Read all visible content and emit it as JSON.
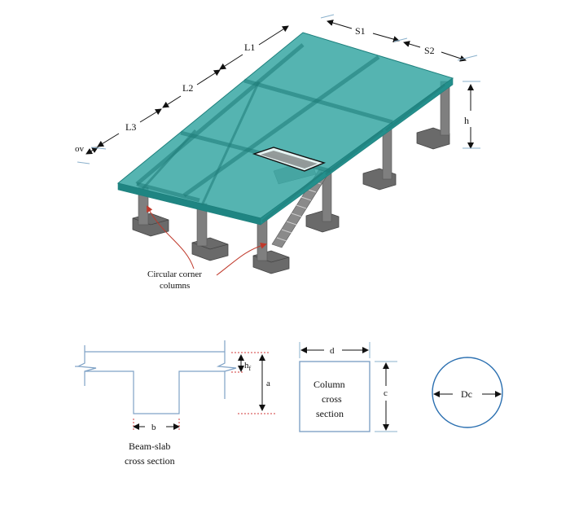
{
  "dimensions": {
    "s1": "S1",
    "s2": "S2",
    "l1": "L1",
    "l2": "L2",
    "l3": "L3",
    "ov": "ov",
    "h": "h"
  },
  "annotation": {
    "line1": "Circular corner",
    "line2": "columns"
  },
  "beam_section": {
    "hf": "h",
    "hf_sub": "f",
    "a": "a",
    "b": "b",
    "caption1": "Beam-slab",
    "caption2": "cross section"
  },
  "column_section": {
    "d": "d",
    "c": "c",
    "text1": "Column",
    "text2": "cross",
    "text3": "section"
  },
  "circular_column": {
    "dc": "Dc"
  },
  "colors": {
    "slab": "#2fa3a0",
    "slab_edge": "#1d7f7c",
    "column": "#7f7f7f",
    "footing": "#6a6a6a",
    "section_line": "#7fa2c6",
    "dim_tick": "#d23a3a",
    "circle": "#2a6fb0"
  }
}
